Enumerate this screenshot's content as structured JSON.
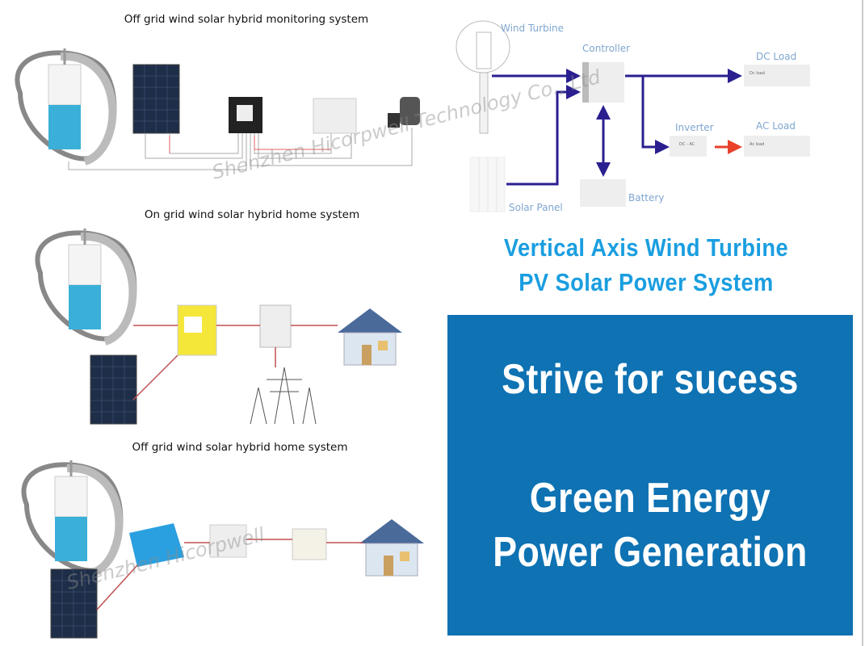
{
  "sections": [
    {
      "title": "Off grid wind solar hybrid monitoring system"
    },
    {
      "title": "On grid wind solar hybrid home system"
    },
    {
      "title": "Off grid wind solar hybrid home system"
    }
  ],
  "flow_diagram": {
    "wind_turbine": "Wind Turbine",
    "controller": "Controller",
    "dc_load": "DC Load",
    "dc_load_inner": "Dc load",
    "inverter": "Inverter",
    "inverter_inner": "DC - AC",
    "ac_load": "AC Load",
    "ac_load_inner": "Ac load",
    "battery": "Battery",
    "solar_panel": "Solar Panel",
    "arrow_color": "#2a1f8f",
    "ac_arrow_color": "#e8412c"
  },
  "headline": {
    "line1": "Vertical Axis Wind Turbine",
    "line2": "PV Solar Power System"
  },
  "banner": {
    "line1": "Strive for sucess",
    "line2": "Green Energy",
    "line3": "Power Generation",
    "color": "#0e72b3"
  },
  "watermark": "Shenzhen Hicorpwell Technology Co., Ltd"
}
